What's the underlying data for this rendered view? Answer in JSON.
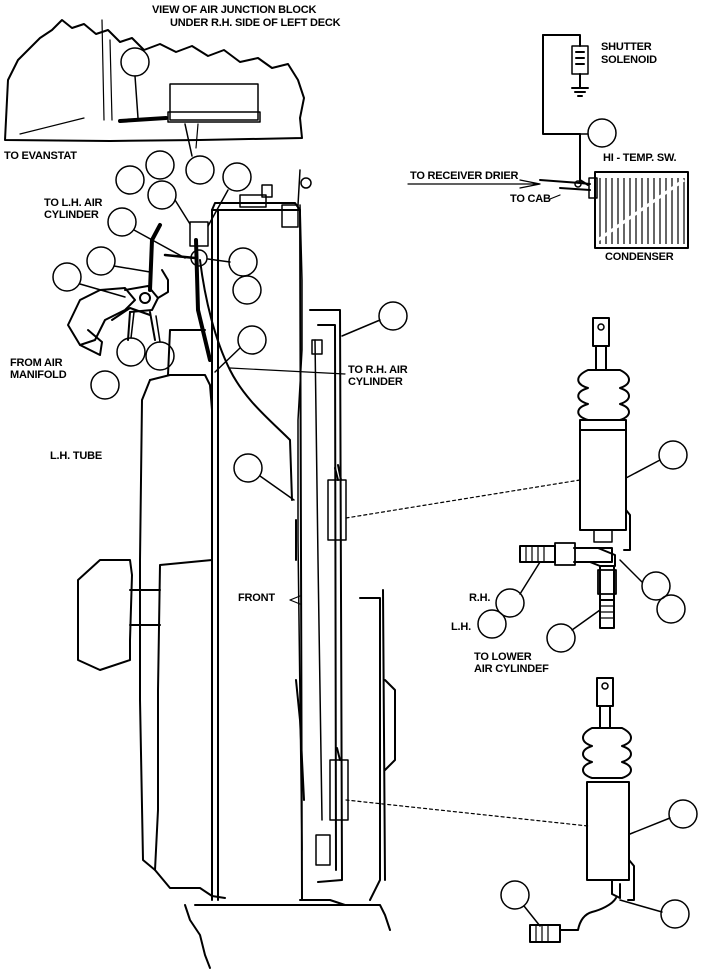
{
  "labels": {
    "view_line1": "VIEW OF AIR JUNCTION BLOCK",
    "view_line2": "UNDER R.H. SIDE OF LEFT DECK",
    "to_evanstat": "TO EVANSTAT",
    "to_lh_air_line1": "TO L.H. AIR",
    "to_lh_air_line2": "CYLINDER",
    "from_air_line1": "FROM AIR",
    "from_air_line2": "MANIFOLD",
    "lh_tube": "L.H. TUBE",
    "front": "FRONT",
    "to_rh_air_line1": "TO R.H. AIR",
    "to_rh_air_line2": "CYLINDER",
    "shutter_line1": "SHUTTER",
    "shutter_line2": "SOLENOID",
    "hi_temp_sw": "HI - TEMP. SW.",
    "to_receiver_drier": "TO RECEIVER DRIER",
    "to_cab": "TO CAB",
    "condenser": "CONDENSER",
    "rh": "R.H.",
    "lh": "L.H.",
    "to_lower_line1": "TO LOWER",
    "to_lower_line2": "AIR CYLINDEF"
  }
}
